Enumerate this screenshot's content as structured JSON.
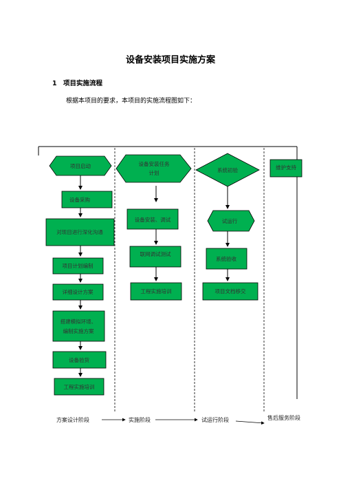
{
  "title": "设备安装项目实施方案",
  "section": {
    "number": "1",
    "heading": "项目实施流程"
  },
  "intro": "根据本项目的要求，本项目的实施流程图如下：",
  "diagram": {
    "fill_color": "#00b050",
    "nodes": {
      "start": "项目启动",
      "purchase": "设备采购",
      "communication": "对现目进行深化沟通",
      "plan": "项目计划编制",
      "design": "详细设计方案",
      "simulation_line1": "搭建模拟环境、",
      "simulation_line2": "编制实施方案",
      "acceptance": "设备验货",
      "training1": "工程实施培训",
      "install_task_line1": "设备安装任务",
      "install_task_line2": "计划",
      "install_debug": "设备安装、调试",
      "network_test": "联网调试测试",
      "training2": "工程实施培训",
      "initial_check": "系统初验",
      "trial_run": "试运行",
      "system_acceptance": "系统验收",
      "doc_handover": "项目文档移交",
      "maintenance": "维护支持"
    },
    "stages": [
      "方案设计阶段",
      "实施阶段",
      "试运行阶段",
      "售后服务阶段"
    ]
  }
}
